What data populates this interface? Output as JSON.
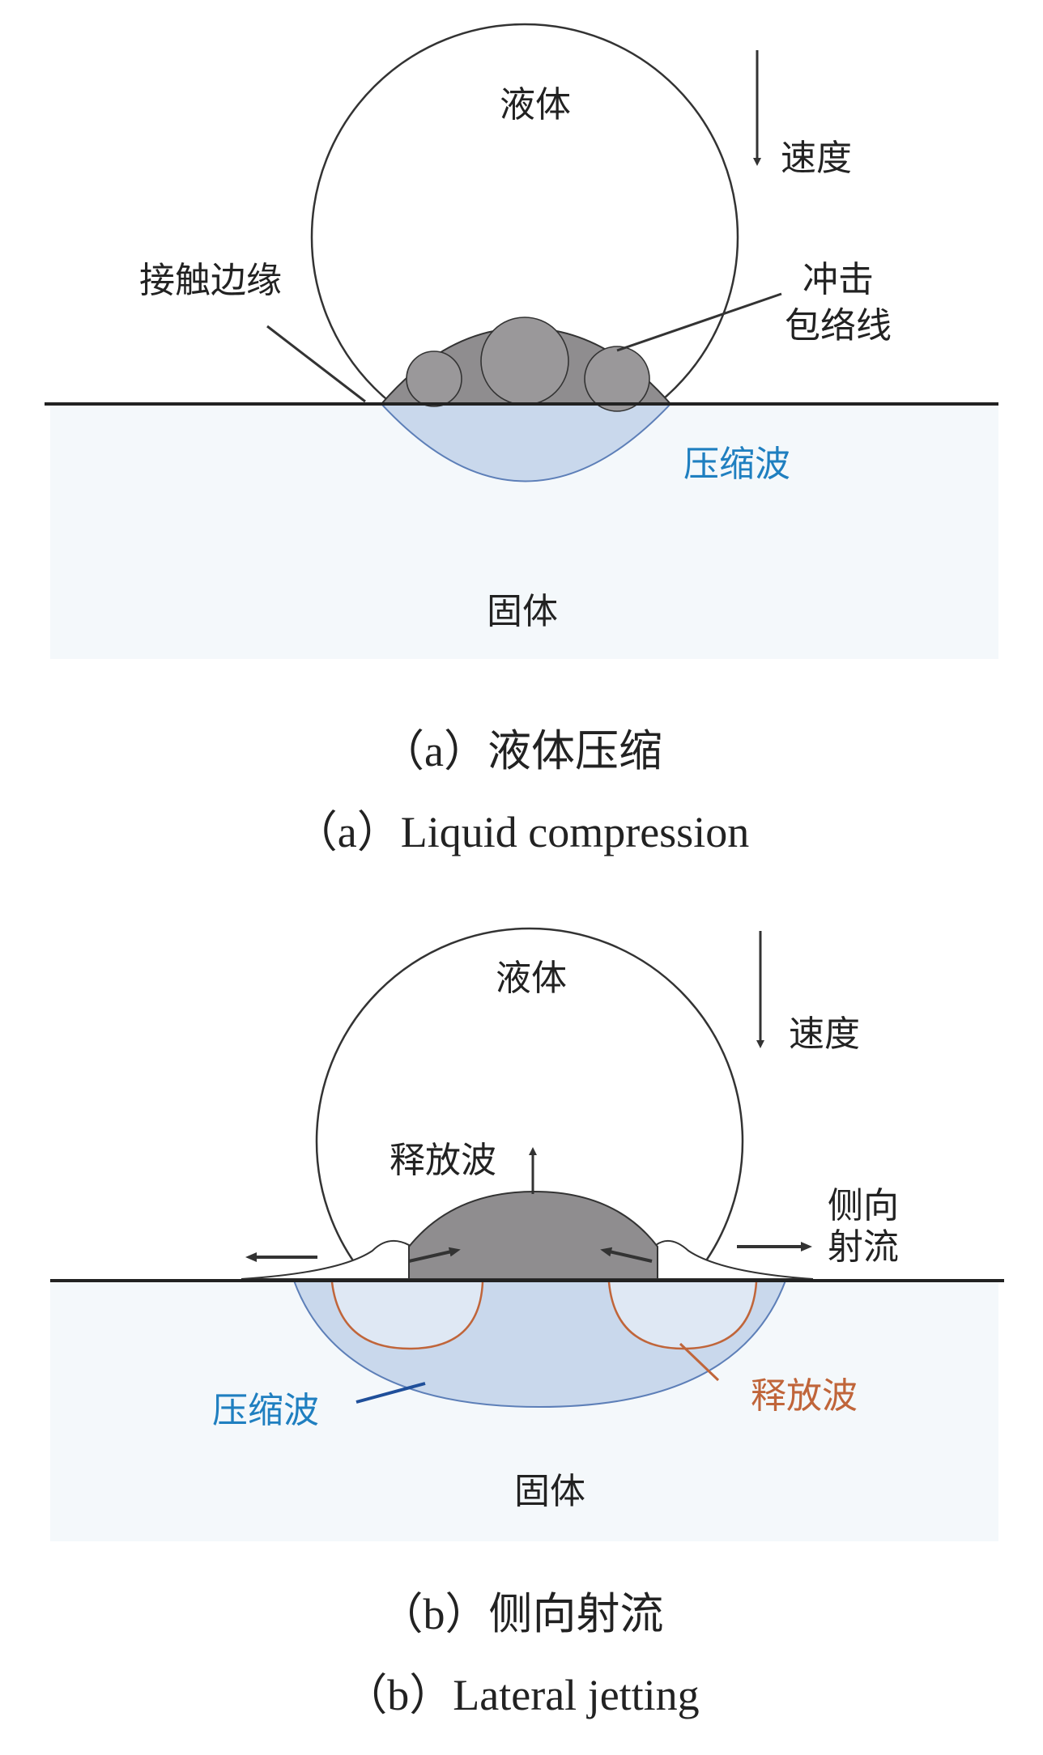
{
  "panel_a": {
    "liquid": "液体",
    "velocity": "速度",
    "contact_edge": "接触边缘",
    "impact_line1": "冲击",
    "impact_line2": "包络线",
    "compression_wave": "压缩波",
    "solid": "固体",
    "caption_cn": "（a）液体压缩",
    "caption_en": "（a）Liquid compression"
  },
  "panel_b": {
    "liquid": "液体",
    "velocity": "速度",
    "release_wave_top": "释放波",
    "jet_line1": "侧向",
    "jet_line2": "射流",
    "compression_wave": "压缩波",
    "release_wave_bottom": "释放波",
    "solid": "固体",
    "caption_cn": "（b）侧向射流",
    "caption_en": "（b）Lateral jetting"
  },
  "colors": {
    "compression": "#1f7fc0",
    "release": "#c0653a",
    "dome": "#8f8d8f",
    "lens": "#c9d8ec",
    "solid_bg": "#f4f8fb"
  }
}
